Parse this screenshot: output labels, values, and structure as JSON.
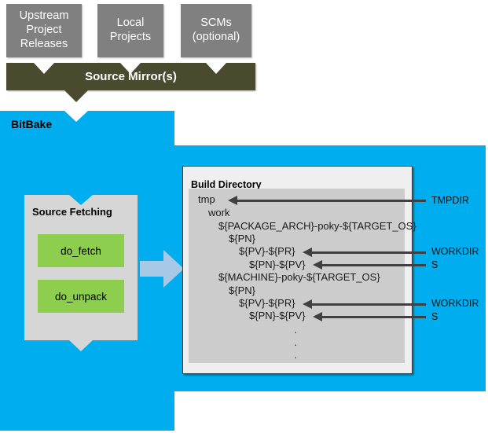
{
  "sources": [
    {
      "id": "upstream-project-releases",
      "label": "Upstream\nProject\nReleases"
    },
    {
      "id": "local-projects",
      "label": "Local\nProjects"
    },
    {
      "id": "scms-optional",
      "label": "SCMs\n(optional)"
    }
  ],
  "mirror": {
    "label": "Source Mirror(s)"
  },
  "bitbake": {
    "label": "BitBake",
    "fetch_panel": {
      "title": "Source Fetching",
      "tasks": [
        {
          "id": "do-fetch",
          "label": "do_fetch"
        },
        {
          "id": "do-unpack",
          "label": "do_unpack"
        }
      ]
    }
  },
  "build_directory": {
    "title": "Build Directory",
    "tree": [
      {
        "text": "tmp",
        "indent": 0
      },
      {
        "text": "work",
        "indent": 1
      },
      {
        "text": "${PACKAGE_ARCH}-poky-${TARGET_OS}",
        "indent": 2
      },
      {
        "text": "${PN}",
        "indent": 3
      },
      {
        "text": "${PV}-${PR}",
        "indent": 4
      },
      {
        "text": "${PN}-${PV}",
        "indent": 5
      },
      {
        "text": "${MACHINE}-poky-${TARGET_OS}",
        "indent": 2
      },
      {
        "text": "${PN}",
        "indent": 3
      },
      {
        "text": "${PV}-${PR}",
        "indent": 4
      },
      {
        "text": "${PN}-${PV}",
        "indent": 5
      }
    ],
    "ellipsis": [
      "·",
      "·",
      "·"
    ]
  },
  "pointers": [
    {
      "id": "tmpdir",
      "label": "TMPDIR"
    },
    {
      "id": "workdir-1",
      "label": "WORKDIR"
    },
    {
      "id": "s-1",
      "label": "S"
    },
    {
      "id": "workdir-2",
      "label": "WORKDIR"
    },
    {
      "id": "s-2",
      "label": "S"
    }
  ],
  "colors": {
    "bitbake_blue": "#00aeef",
    "mirror_olive": "#4a4a2e",
    "source_grey": "#808080",
    "task_green": "#8dce4f",
    "panel_grey": "#d6d6d6",
    "tree_grey": "#cccccc",
    "arrow_blue": "#a7c9e6",
    "pointer_dark": "#404040"
  }
}
